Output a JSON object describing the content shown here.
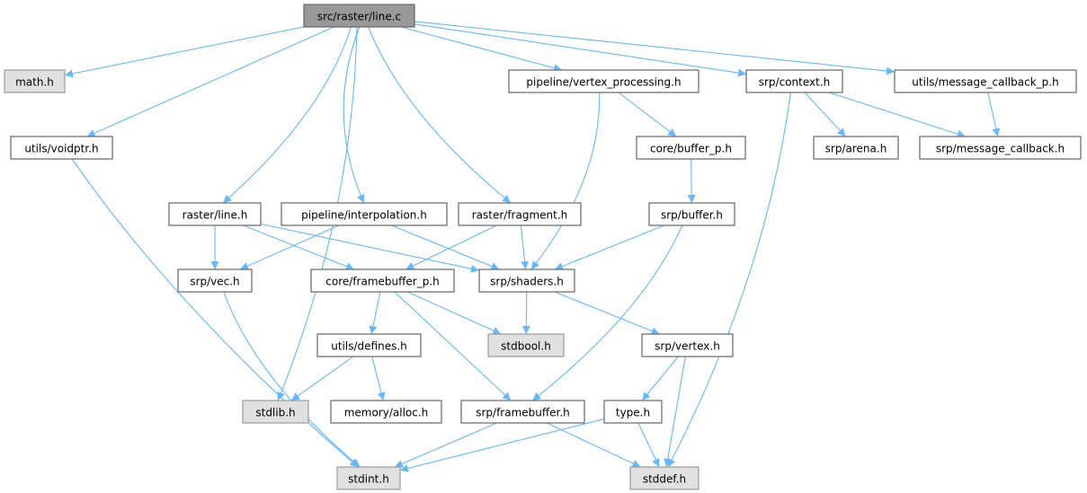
{
  "graph": {
    "accent_color": "#63b8ff",
    "nodes": [
      {
        "id": "root",
        "label": "src/raster/line.c",
        "kind": "root"
      },
      {
        "id": "math",
        "label": "math.h",
        "kind": "sys"
      },
      {
        "id": "voidptr",
        "label": "utils/voidptr.h",
        "kind": "file"
      },
      {
        "id": "vproc",
        "label": "pipeline/vertex_processing.h",
        "kind": "file"
      },
      {
        "id": "context",
        "label": "srp/context.h",
        "kind": "file"
      },
      {
        "id": "mcbp",
        "label": "utils/message_callback_p.h",
        "kind": "file"
      },
      {
        "id": "bufferp",
        "label": "core/buffer_p.h",
        "kind": "file"
      },
      {
        "id": "arena",
        "label": "srp/arena.h",
        "kind": "file"
      },
      {
        "id": "mcb",
        "label": "srp/message_callback.h",
        "kind": "file"
      },
      {
        "id": "rline",
        "label": "raster/line.h",
        "kind": "file"
      },
      {
        "id": "interp",
        "label": "pipeline/interpolation.h",
        "kind": "file"
      },
      {
        "id": "frag",
        "label": "raster/fragment.h",
        "kind": "file"
      },
      {
        "id": "buffer",
        "label": "srp/buffer.h",
        "kind": "file"
      },
      {
        "id": "vec",
        "label": "srp/vec.h",
        "kind": "file"
      },
      {
        "id": "fbp",
        "label": "core/framebuffer_p.h",
        "kind": "file"
      },
      {
        "id": "shaders",
        "label": "srp/shaders.h",
        "kind": "file"
      },
      {
        "id": "defines",
        "label": "utils/defines.h",
        "kind": "file"
      },
      {
        "id": "stdbool",
        "label": "stdbool.h",
        "kind": "sys"
      },
      {
        "id": "vertex",
        "label": "srp/vertex.h",
        "kind": "file"
      },
      {
        "id": "stdlib",
        "label": "stdlib.h",
        "kind": "sys"
      },
      {
        "id": "alloc",
        "label": "memory/alloc.h",
        "kind": "file"
      },
      {
        "id": "fb",
        "label": "srp/framebuffer.h",
        "kind": "file"
      },
      {
        "id": "type",
        "label": "type.h",
        "kind": "file"
      },
      {
        "id": "stdint",
        "label": "stdint.h",
        "kind": "sys"
      },
      {
        "id": "stddef",
        "label": "stddef.h",
        "kind": "sys"
      }
    ],
    "edges": [
      [
        "root",
        "math"
      ],
      [
        "root",
        "voidptr"
      ],
      [
        "root",
        "stdlib"
      ],
      [
        "root",
        "rline"
      ],
      [
        "root",
        "interp"
      ],
      [
        "root",
        "frag"
      ],
      [
        "root",
        "vproc"
      ],
      [
        "root",
        "context"
      ],
      [
        "root",
        "mcbp"
      ],
      [
        "voidptr",
        "stdint"
      ],
      [
        "vproc",
        "bufferp"
      ],
      [
        "vproc",
        "shaders"
      ],
      [
        "context",
        "arena"
      ],
      [
        "context",
        "mcb"
      ],
      [
        "context",
        "stddef"
      ],
      [
        "mcbp",
        "mcb"
      ],
      [
        "bufferp",
        "buffer"
      ],
      [
        "rline",
        "vec"
      ],
      [
        "rline",
        "fbp"
      ],
      [
        "rline",
        "shaders"
      ],
      [
        "interp",
        "vec"
      ],
      [
        "interp",
        "shaders"
      ],
      [
        "frag",
        "fbp"
      ],
      [
        "frag",
        "shaders"
      ],
      [
        "buffer",
        "shaders"
      ],
      [
        "buffer",
        "fb"
      ],
      [
        "vec",
        "stdint"
      ],
      [
        "fbp",
        "defines"
      ],
      [
        "fbp",
        "stdbool"
      ],
      [
        "fbp",
        "fb"
      ],
      [
        "shaders",
        "stdbool"
      ],
      [
        "shaders",
        "vertex"
      ],
      [
        "defines",
        "stdlib"
      ],
      [
        "defines",
        "alloc"
      ],
      [
        "vertex",
        "type"
      ],
      [
        "vertex",
        "stddef"
      ],
      [
        "fb",
        "stdint"
      ],
      [
        "fb",
        "stddef"
      ],
      [
        "type",
        "stdint"
      ],
      [
        "type",
        "stddef"
      ]
    ]
  }
}
